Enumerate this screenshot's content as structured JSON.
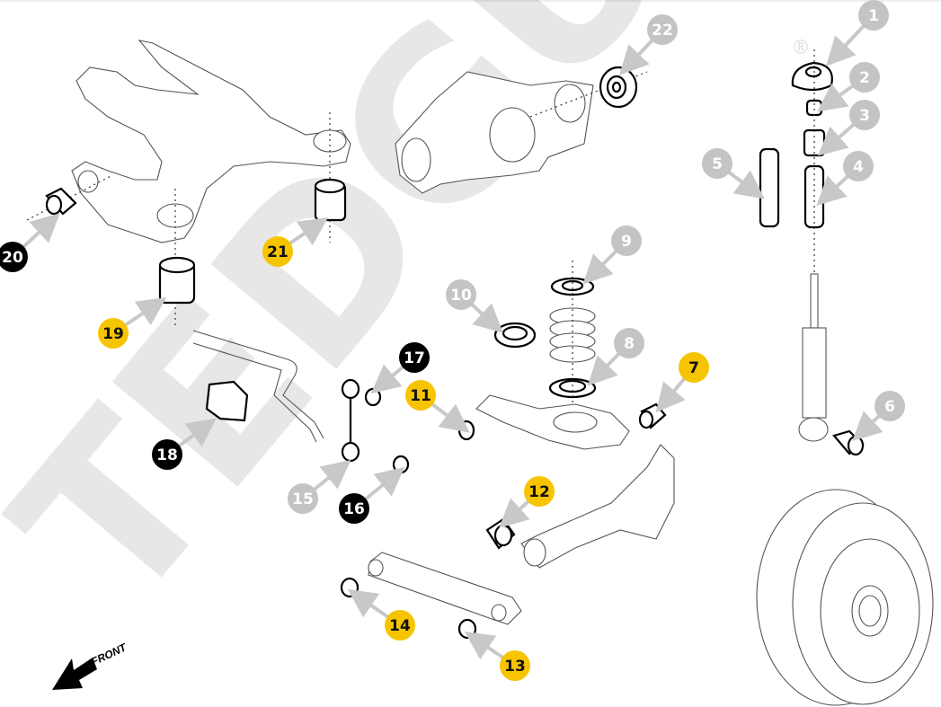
{
  "diagram": {
    "title": "Rear suspension exploded view",
    "watermark": "TEDGUM",
    "watermark_mark": "®",
    "direction_label": "FRONT",
    "badge_styles": {
      "highlight": {
        "fill": "#F6C400",
        "text": "#111111"
      },
      "available": {
        "fill": "#000000",
        "text": "#ffffff"
      },
      "inactive": {
        "fill": "#C4C4C4",
        "text": "#ffffff"
      }
    },
    "callouts": [
      {
        "num": "1",
        "style": "inactive",
        "part": "strut top mount"
      },
      {
        "num": "2",
        "style": "inactive",
        "part": "bump stop bushing"
      },
      {
        "num": "3",
        "style": "inactive",
        "part": "bump stop"
      },
      {
        "num": "4",
        "style": "inactive",
        "part": "dust cover"
      },
      {
        "num": "5",
        "style": "inactive",
        "part": "dust cover with bump stop"
      },
      {
        "num": "6",
        "style": "inactive",
        "part": "shock absorber lower bushing"
      },
      {
        "num": "7",
        "style": "highlight",
        "part": "lower control arm rear bushing"
      },
      {
        "num": "8",
        "style": "inactive",
        "part": "lower spring seat"
      },
      {
        "num": "9",
        "style": "inactive",
        "part": "upper spring seat"
      },
      {
        "num": "10",
        "style": "inactive",
        "part": "bearing"
      },
      {
        "num": "11",
        "style": "highlight",
        "part": "lower control arm front bushing"
      },
      {
        "num": "12",
        "style": "highlight",
        "part": "trailing arm bushing"
      },
      {
        "num": "13",
        "style": "highlight",
        "part": "lateral link outer bushing"
      },
      {
        "num": "14",
        "style": "highlight",
        "part": "lateral link inner bushing"
      },
      {
        "num": "15",
        "style": "inactive",
        "part": "stabilizer link"
      },
      {
        "num": "16",
        "style": "available",
        "part": "stabilizer link lower bushing"
      },
      {
        "num": "17",
        "style": "available",
        "part": "stabilizer link upper bushing"
      },
      {
        "num": "18",
        "style": "available",
        "part": "stabilizer bar bushing"
      },
      {
        "num": "19",
        "style": "highlight",
        "part": "subframe bushing front"
      },
      {
        "num": "20",
        "style": "available",
        "part": "subframe bushing side"
      },
      {
        "num": "21",
        "style": "highlight",
        "part": "subframe bushing rear"
      },
      {
        "num": "22",
        "style": "inactive",
        "part": "differential bearing"
      }
    ]
  }
}
